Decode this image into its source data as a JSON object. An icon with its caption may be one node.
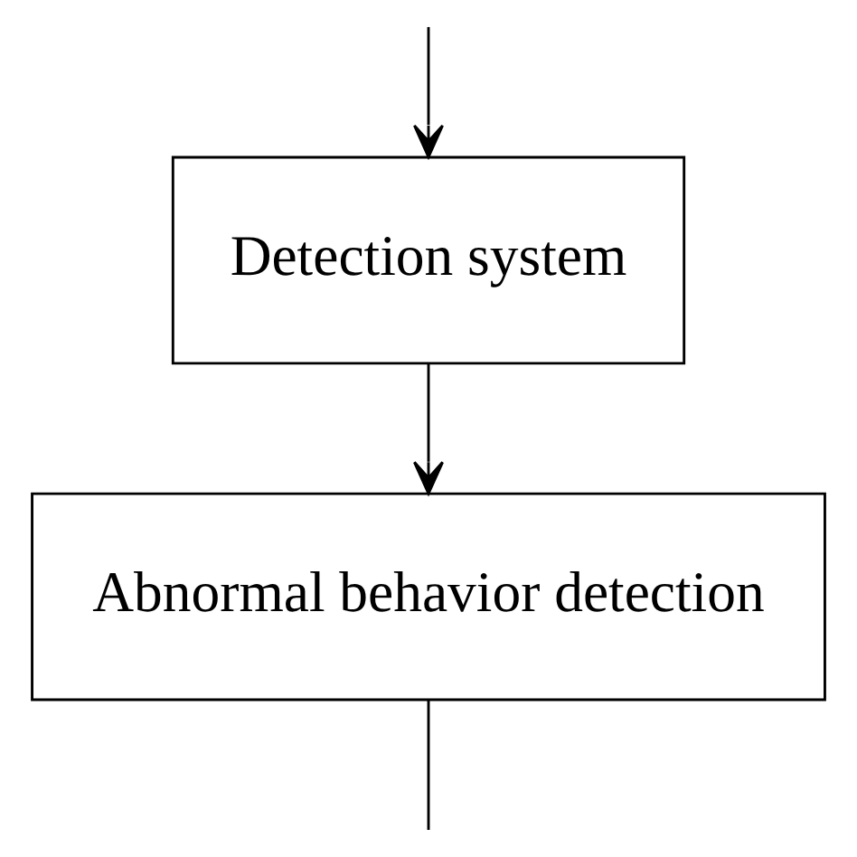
{
  "diagram": {
    "nodes": [
      {
        "text": [
          "Detection system"
        ]
      },
      {
        "text": [
          "Abnormal behavior detection"
        ]
      }
    ],
    "edges": [
      {
        "from": null,
        "to": 0,
        "arrow": "to"
      },
      {
        "from": 0,
        "to": 1,
        "arrow": "to"
      },
      {
        "from": 1,
        "to": null,
        "arrow": "none"
      }
    ]
  }
}
